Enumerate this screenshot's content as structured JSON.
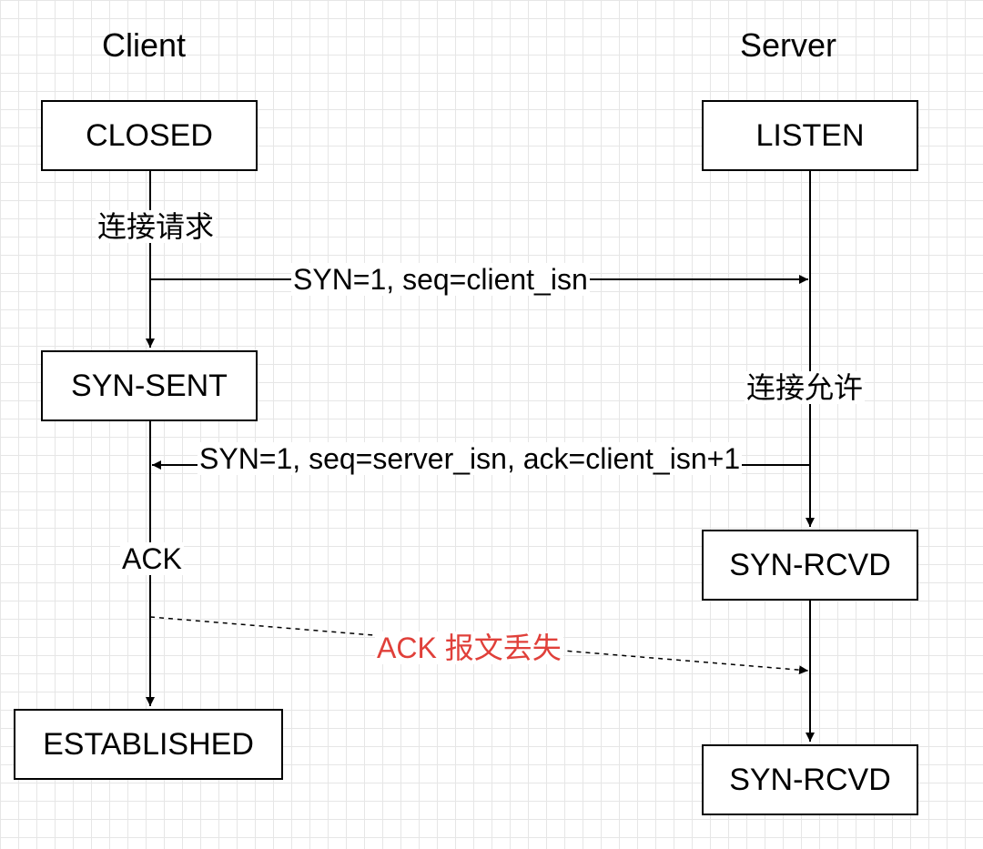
{
  "headers": {
    "client": "Client",
    "server": "Server"
  },
  "client_states": {
    "closed": "CLOSED",
    "syn_sent": "SYN-SENT",
    "established": "ESTABLISHED"
  },
  "server_states": {
    "listen": "LISTEN",
    "syn_rcvd_1": "SYN-RCVD",
    "syn_rcvd_2": "SYN-RCVD"
  },
  "labels": {
    "connect_request": "连接请求",
    "syn_message": "SYN=1, seq=client_isn",
    "connect_allow": "连接允许",
    "synack_message": "SYN=1, seq=server_isn, ack=client_isn+1",
    "ack": "ACK",
    "ack_lost": "ACK 报文丢失"
  },
  "colors": {
    "lost_label": "#e0403a",
    "grid": "#e6e6e6"
  }
}
